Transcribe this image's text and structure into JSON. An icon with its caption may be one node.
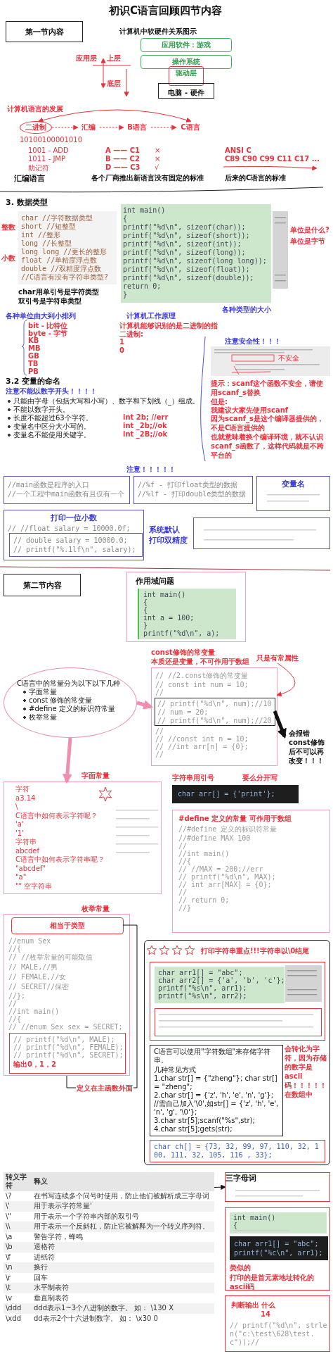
{
  "diagram": {
    "title": "初识C语言回顾四节内容",
    "nodes": [
      {
        "text": [
          "第一节内容"
        ]
      },
      {
        "text": [
          "应用软件：游戏"
        ]
      },
      {
        "text": [
          "操作系统"
        ]
      },
      {
        "text": [
          "驱动层"
        ]
      },
      {
        "text": [
          "电脑 - 硬件"
        ]
      },
      {
        "text": [
          "二进制"
        ]
      },
      {
        "text": [
          "汇编"
        ]
      },
      {
        "text": [
          "B语言"
        ]
      },
      {
        "text": [
          "C语言"
        ]
      },
      {
        "text": [
          "char //字符数据类型",
          "short //短整型",
          "int //整形",
          "long //长整型",
          "long long //更长的整形",
          "float //单精度浮点数",
          "double //双精度浮点数",
          "//C语言有没有字符串类型?"
        ]
      },
      {
        "text": [
          "int main()",
          "{",
          "printf(\"%d\\n\", sizeof(char));",
          "printf(\"%d\\n\", sizeof(short));",
          "printf(\"%d\\n\", sizeof(int));",
          "printf(\"%d\\n\", sizeof(long));",
          "printf(\"%d\\n\", sizeof(long long));",
          "printf(\"%d\\n\", sizeof(float));",
          "printf(\"%d\\n\", sizeof(double));",
          "return 0;",
          "}"
        ]
      },
      {
        "text": [
          "//main函数是程序的入口",
          "//一个工程中main函数有且仅有一个"
        ]
      },
      {
        "text": [
          "//%f - 打印float类型的数据",
          "//%lf - 打印double类型的数据"
        ]
      },
      {
        "text": [
          "变量名"
        ]
      },
      {
        "text": [
          "打印一位小数",
          "// //float salary = 10000.0f;"
        ]
      },
      {
        "text": [
          "// double salary = 10000.0;",
          "// printf(\"%.1lf\\n\", salary);"
        ],
        "in": 14
      },
      {
        "text": [],
        "shape": "box"
      },
      {
        "text": [
          "第二节内容"
        ]
      },
      {
        "text": [
          "作用域问题"
        ]
      },
      {
        "text": [
          "int main()",
          "{",
          "{",
          "int a = 100;",
          "}",
          "printf(\"%d\\n\", a);"
        ],
        "in": 18
      },
      {
        "text": [
          "C语言中的常量分为以下以下几种",
          "字面常量",
          "const 修饰的常变量",
          "#define 定义的标识符常量",
          "枚举常量"
        ]
      },
      {
        "text": [
          "// //2.const修饰的常变量",
          "// const int num = 10;",
          "//",
          "//",
          "// //const int n = 10;",
          "// //int arr[n] = {0};",
          "//"
        ]
      },
      {
        "text": [
          "// printf(\"%d\\n\", num);//10",
          "// num = 20;",
          "// printf(\"%d\\n\", num);//20"
        ],
        "in": 21
      },
      {
        "text": [
          "会报错const修饰后不可以再改变！！！"
        ]
      },
      {
        "text": [
          "字面常量",
          "字符",
          "a3.14",
          "\\",
          "C语言中如何表示字符呢？",
          "'a'",
          "'1'",
          "字符串",
          "abcdef",
          "C语言中如何表示字符串呢？",
          "\"abcdef\"",
          "\"a\"",
          "\"\"  空字符串"
        ]
      },
      {
        "text": [
          "枚举常量",
          "//enum Sex",
          "//{",
          "// //枚举常量的可能取值",
          "// MALE,//男",
          "// FEMALE,//女",
          "// SECRET//保密",
          "//};",
          "//",
          "//int main()",
          "//{",
          "// //enum Sex sex = SECRET;"
        ]
      },
      {
        "text": [
          "相当于类型"
        ],
        "in": 25
      },
      {
        "text": [
          "// printf(\"%d\\n\", MALE);",
          "// printf(\"%d\\n\", FEMALE);",
          "// printf(\"%d\\n\", SECRET);",
          "输出0，1，2"
        ],
        "in": 25
      },
      {
        "text": [
          "#define 定义的常量 可作用于数组",
          "//#define 定义的标识符常量",
          "//#define MAX 100",
          "//",
          "//int main()",
          "//{",
          "// //MAX = 200;//err",
          "// printf(\"%d\\n\", MAX);",
          "// int arr[MAX] = {0};",
          "//",
          "// return 0;",
          "//}"
        ]
      },
      {
        "text": [
          "char arr[] = {'print'};"
        ]
      },
      {
        "text": [
          "打印字符串重点!!!字符串以\\0结尾"
        ]
      },
      {
        "text": [],
        "shape": "box",
        "in": 30
      },
      {
        "text": [
          "char arr1[] = \"abc\";",
          "char arr2[] = {'a', 'b', 'c'};",
          "printf(\"%s\\n\", arr1);",
          "printf(\"%s\\n\", arr2);"
        ],
        "in": 31
      },
      {
        "text": [],
        "shape": "box",
        "in": 31
      },
      {
        "text": [
          "C语言可以使用\"字符数组\"来存储字符串。",
          "几种常见方式",
          "1.char str[] = {\"zheng\"}; char str[] = \"zheng\";",
          "2.char str[] = {'z', 'h', 'e', 'n', 'g'}; //需自己加入'\\0',如str[] = {'z', 'h', 'e', 'n', 'g', '\\0'};",
          "3.char str[5];scanf(\"%s\",str);",
          "4.char str[5];gets(str);"
        ],
        "in": 30
      },
      {
        "text": [
          "char ch[] = {73, 32, 99, 97, 110, 32, 100, 111, 32, 105, 116 , 33};"
        ],
        "in": 30
      },
      {
        "text": [
          "三字母词"
        ]
      },
      {
        "text": [
          "转义字符",
          "释义",
          "\\?",
          "在书写连续多个问号时使用，防止他们被解析成三字母词",
          "\\'",
          "用于表示字符常量'",
          "\\\"",
          "用于表示一个字符串内部的双引号",
          "\\\\",
          "用于表示一个反斜杠，防止它被解释为一个转义序列符。",
          "\\a",
          "警告字符，蜂鸣",
          "\\b",
          "退格符",
          "\\f",
          "进纸符",
          "\\n",
          "换行",
          "\\r",
          "回车",
          "\\t",
          "水平制表符",
          "\\v",
          "垂直制表符",
          "\\ddd",
          "ddd表示1~3个八进制的数字。 如： \\130 X",
          "\\xdd",
          "dd表示2个十六进制数字。 如： \\x30 0"
        ]
      },
      {
        "text": [
          "类似的",
          "打印的是首元素地址转化的ascii码"
        ]
      },
      {
        "text": [
          "int main()",
          "{"
        ],
        "in": 38
      },
      {
        "text": [
          "char arr1[] = \"abc\";",
          "printf(\"%c\\n\", arr1);"
        ],
        "in": 38
      },
      {
        "text": [
          "判断输出 什么",
          "14",
          "// printf(\"%d\\n\", strlen(\"c:\\test\\628\\test.c\"));//"
        ]
      },
      {
        "text": [
          "只是有常属性"
        ]
      }
    ],
    "edges": [
      {
        "from": 5,
        "to": 6,
        "arrow": "to",
        "style": "dashed",
        "color": "#e5323b"
      },
      {
        "from": 6,
        "to": 7,
        "arrow": "to",
        "style": "dashed",
        "color": "#e5323b"
      },
      {
        "from": 7,
        "to": 8,
        "arrow": "to",
        "style": "dashed",
        "color": "#e5323b"
      },
      {
        "from": 5,
        "to": 8,
        "arrow": "both",
        "color": "#e5323b"
      },
      {
        "from": 20,
        "to": 21,
        "arrow": "to",
        "style": "thick",
        "color": "#ef8fae"
      },
      {
        "from": 20,
        "to": 24,
        "arrow": "to",
        "style": "thick",
        "color": "#ef8fae"
      },
      {
        "from": 22,
        "to": 23,
        "arrow": "to",
        "style": "thick",
        "color": "#111111"
      },
      {
        "from": 42,
        "to": 21,
        "arrow": "to",
        "color": "#e5323b"
      },
      {
        "from": 26,
        "to": 25,
        "arrow": "none",
        "label": "定义在主函数外面",
        "color": "#111111"
      },
      {
        "from": 37,
        "to": 36,
        "arrow": "to",
        "color": "#111111"
      }
    ],
    "labels": [
      "计算机中软硬件关系图示",
      "应用层",
      "上层",
      "底层",
      "计算机语言的发展",
      "10100100001010",
      "1001 - ADD",
      "1011 - JMP",
      "助记符",
      "汇编语言",
      "A —— C1",
      "×",
      "B —— C2",
      "×",
      "D —— C3",
      "√",
      "各个厂商推出新语言没有固定的标准",
      "ANSI C",
      "C89 C90 C99 C11 C17 ...",
      "后来的C语言的标准",
      "3. 数据类型",
      "整数",
      "小数",
      "char用单引号是字符类型",
      "双引号是字符串类型",
      "单位是什么?",
      "单位是字节",
      "各种类型的大小",
      "各种单位由大到小排列",
      "bit - 比特位",
      "byte - 字节",
      "KB",
      "MB",
      "GB",
      "TB",
      "PB",
      "计算机工作原理",
      "计算机能够识别的是二进制的指",
      "二进制:",
      "1",
      "0",
      "3.2 变量的命名",
      "注意不能以数字开头！！！！",
      "只能由字母（包括大写和小写）、数字和下划线（_）组成。",
      "不能以数字开头。",
      "长度不能超过63个字符。",
      "变量名中区分大小写的。",
      "变量名不能使用关键字。",
      "int 2b; //err",
      "int _2b;//ok",
      "int _2B;//ok",
      "注意安全性！！！",
      "不安全",
      "提示：scanf这个函数不安全，请使用scanf_s替换",
      "但是:",
      "我建议大家先使用scanf",
      "因为scanf_s是这个编译器提供的，不是C语言提供的",
      "也就意味着换个编译环境，就不认识scanf_s函数了，这样代码就是不跨平台的",
      "注意！！！！！",
      "系统默认",
      "打印双精度",
      "const修饰的常变量",
      "本质还是变量，不可作用于数组",
      "字符串用引号",
      "要么分开写",
      "会转化为字符，因为存储的数字是ascii码！！！！！在数组中"
    ]
  }
}
